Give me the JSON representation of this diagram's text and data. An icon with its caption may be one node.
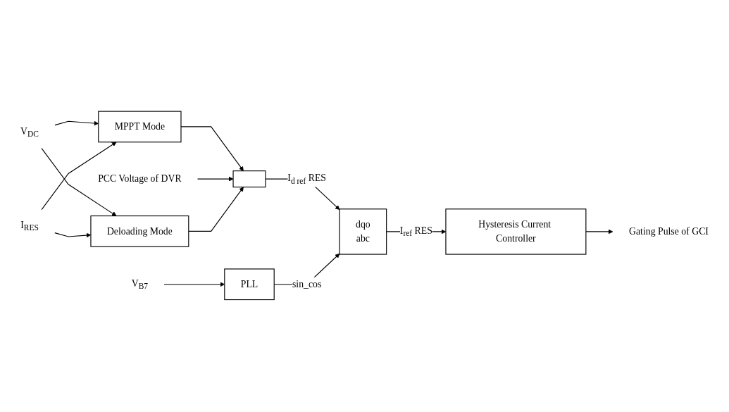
{
  "diagram": {
    "nodes": [
      {
        "text": [
          "V$_{DC}$"
        ]
      },
      {
        "text": [
          "I$_{RES}$"
        ]
      },
      {
        "text": [
          "MPPT Mode"
        ]
      },
      {
        "text": [
          "PCC Voltage of DVR"
        ]
      },
      {
        "text": [
          "Deloading Mode"
        ]
      },
      {
        "text": [],
        "shape": "box"
      },
      {
        "text": [
          "dqo",
          "abc"
        ]
      },
      {
        "text": [
          "Hysteresis Current Controller"
        ]
      },
      {
        "text": [
          "PLL"
        ]
      },
      {
        "text": [
          "V$_{B7}$"
        ]
      },
      {
        "text": [
          "Gating Pulse of GCI"
        ]
      }
    ],
    "edges": [
      {
        "from": 0,
        "to": 2,
        "arrow": "to"
      },
      {
        "from": 0,
        "to": 4,
        "arrow": "to"
      },
      {
        "from": 1,
        "to": 2,
        "arrow": "to"
      },
      {
        "from": 1,
        "to": 4,
        "arrow": "to"
      },
      {
        "from": 2,
        "to": 5,
        "arrow": "to"
      },
      {
        "from": 3,
        "to": 5,
        "arrow": "to"
      },
      {
        "from": 4,
        "to": 5,
        "arrow": "to"
      },
      {
        "from": 5,
        "to": 6,
        "label": "I$_{d ref}$ RES",
        "arrow": "to"
      },
      {
        "from": 6,
        "to": 7,
        "label": "I$_{ref}$ RES",
        "arrow": "to"
      },
      {
        "from": 8,
        "to": 6,
        "label": "sin_cos",
        "arrow": "to"
      },
      {
        "from": 9,
        "to": 8,
        "arrow": "to"
      },
      {
        "from": 7,
        "to": 10,
        "arrow": "to"
      }
    ]
  }
}
